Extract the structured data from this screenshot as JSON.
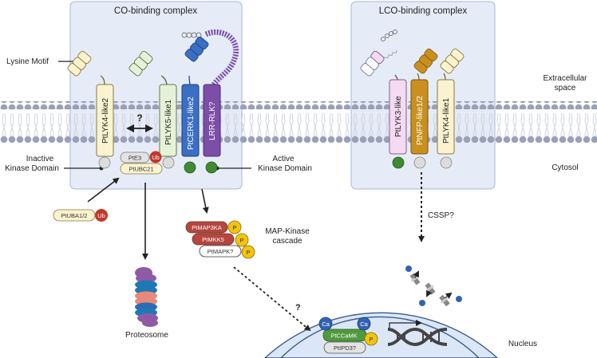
{
  "complexes": {
    "co": {
      "title": "CO-binding complex"
    },
    "lco": {
      "title": "LCO-binding complex"
    }
  },
  "labels": {
    "lysine_motif": "Lysine Motif",
    "inactive_kinase": [
      "Inactive",
      "Kinase Domain"
    ],
    "active_kinase": [
      "Active",
      "Kinase Domain"
    ],
    "extracellular": [
      "Extracellular",
      "space"
    ],
    "cytosol": "Cytosol",
    "mapk_cascade": [
      "MAP-Kinase",
      "cascade"
    ],
    "proteasome": "Proteosome",
    "nucleus": "Nucleus",
    "cssp": "CSSP?",
    "question": "?"
  },
  "receptors": {
    "lyk4_like2": "PtLYK4-like2",
    "lyk5_like1": "PtLYK5-like1",
    "cerk1_like2": "PtCERK1-like2",
    "lrr_rlk": "LRR-RLK?",
    "lyk3_like": "PtLYK3-like",
    "nfp_like": "PtNFP-like1/2",
    "lyk4_like1": "PtLYK4-like1"
  },
  "ubiquitin": {
    "e3": "PtE3",
    "ubc21": "PtUBC21",
    "uba": "PtUBA1/2",
    "ub": "Ub"
  },
  "mapk": {
    "map3ka": "PtMAP3KA",
    "mkk5": "PtMKK5",
    "mapk": "PtMAPK?",
    "p": "P"
  },
  "nuclear": {
    "ccamk": "PtCCaMK",
    "ipd3": "PtIPD3?",
    "ca": "Ca",
    "p": "P"
  },
  "colors": {
    "complex_bg": "#e6ecf7",
    "complex_border": "#9fb0d6",
    "membrane_head": "#9aa0b8",
    "lyk4_like": "#fbf3d0",
    "lyk5_like": "#e6f2d8",
    "cerk1": "#3a6fc4",
    "lrr": "#7d4ea8",
    "lyk3": "#f4daf2",
    "nfp": "#c9901f",
    "active_kinase": "#3f8a33",
    "inactive_kinase": "#dcdcdc",
    "ub": "#c0392b",
    "mapk_red": "#b5473f",
    "phospho": "#f2c40f",
    "nucleus_fill": "#dbe7f7",
    "nucleus_border": "#3b5a8a",
    "ccamk": "#4f9a3c",
    "ca": "#3163b5"
  }
}
